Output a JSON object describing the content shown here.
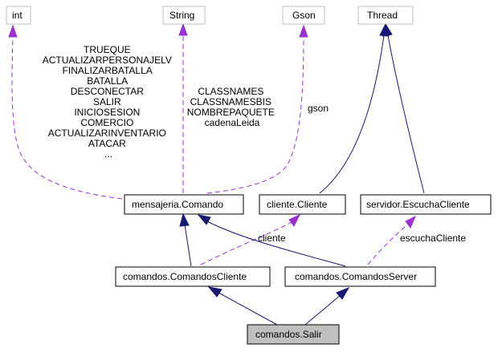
{
  "nodes": {
    "int": "int",
    "string": "String",
    "gson": "Gson",
    "thread": "Thread",
    "comando": "mensajeria.Comando",
    "cliente": "cliente.Cliente",
    "escucha_cliente": "servidor.EscuchaCliente",
    "comandos_cliente": "comandos.ComandosCliente",
    "comandos_server": "comandos.ComandosServer",
    "salir": "comandos.Salir"
  },
  "labels": {
    "int_members": [
      "TRUEQUE",
      "ACTUALIZARPERSONAJELV",
      "FINALIZARBATALLA",
      "BATALLA",
      "DESCONECTAR",
      "SALIR",
      "INICIOSESION",
      "COMERCIO",
      "ACTUALIZARINVENTARIO",
      "ATACAR",
      "..."
    ],
    "string_members": [
      "CLASSNAMES",
      "CLASSNAMESBIS",
      "NOMBREPAQUETE",
      "cadenaLeida"
    ],
    "gson_member": "gson",
    "cliente_member": "cliente",
    "escucha_member": "escuchaCliente"
  },
  "colors": {
    "usage_edge": "#9a32cd",
    "inheritance_edge": "#191970",
    "focus_fill": "#bfbfbf",
    "external_border": "#bfbfbf"
  }
}
